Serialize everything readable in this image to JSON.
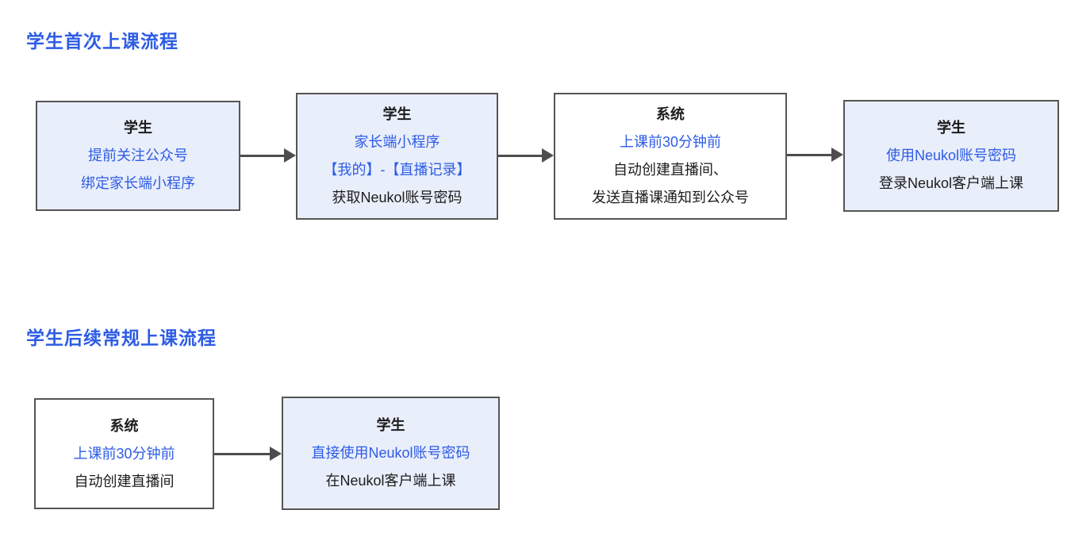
{
  "colors": {
    "accent": "#2d5ce5",
    "node_border": "#555555",
    "node_fill_tint": "#e9eefb",
    "node_fill_plain": "#ffffff",
    "arrow": "#4d4d4d",
    "text": "#1c1c1c"
  },
  "sections": [
    {
      "title": "学生首次上课流程",
      "nodes": [
        {
          "title": "学生",
          "lines": [
            {
              "text": "提前关注公众号"
            },
            {
              "text": "绑定家长端小程序"
            }
          ]
        },
        {
          "title": "学生",
          "lines": [
            {
              "text": "家长端小程序"
            },
            {
              "text": "【我的】-【直播记录】"
            },
            {
              "text": "获取Neukol账号密码"
            }
          ]
        },
        {
          "title": "系统",
          "lines": [
            {
              "text": "上课前30分钟前"
            },
            {
              "text": "自动创建直播间、"
            },
            {
              "text": "发送直播课通知到公众号"
            }
          ]
        },
        {
          "title": "学生",
          "lines": [
            {
              "text": "使用Neukol账号密码"
            },
            {
              "text": "登录Neukol客户端上课"
            }
          ]
        }
      ]
    },
    {
      "title": "学生后续常规上课流程",
      "nodes": [
        {
          "title": "系统",
          "lines": [
            {
              "text": "上课前30分钟前"
            },
            {
              "text": "自动创建直播间"
            }
          ]
        },
        {
          "title": "学生",
          "lines": [
            {
              "text": "直接使用Neukol账号密码"
            },
            {
              "text": "在Neukol客户端上课"
            }
          ]
        }
      ]
    }
  ]
}
